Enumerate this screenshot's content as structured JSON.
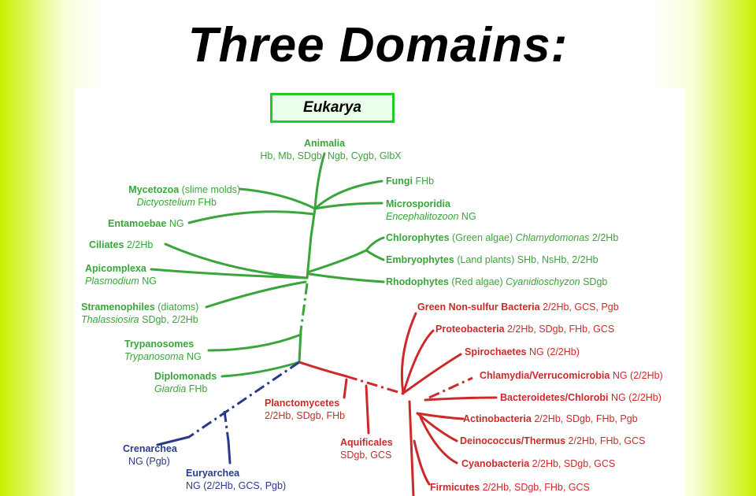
{
  "title": "Three Domains:",
  "domain_box": "Eukarya",
  "colors": {
    "eukarya": "#3aa53a",
    "bacteria": "#cc2a2a",
    "archaea": "#2a3a8a"
  },
  "labels": {
    "animalia": {
      "name": "Animalia",
      "detail": "Hb, Mb, SDgb, Ngb, Cygb, GlbX"
    },
    "fungi": {
      "name": "Fungi",
      "detail": " FHb"
    },
    "microsporidia": {
      "name": "Microsporidia",
      "detail_italic": "Encephalitozoon",
      "detail": " NG"
    },
    "mycetozoa": {
      "name": "Mycetozoa",
      "detail": " (slime molds)",
      "detail_italic": "Dictyostelium",
      "detail2": " FHb"
    },
    "entamoebae": {
      "name": "Entamoebae",
      "detail": " NG"
    },
    "ciliates": {
      "name": "Ciliates",
      "detail": " 2/2Hb"
    },
    "apicomplexa": {
      "name": "Apicomplexa",
      "detail_italic": "Plasmodium",
      "detail": " NG"
    },
    "stramenophiles": {
      "name": "Stramenophiles",
      "detail": " (diatoms)",
      "detail_italic": "Thalassiosira",
      "detail2": " SDgb, 2/2Hb"
    },
    "trypanosomes": {
      "name": "Trypanosomes",
      "detail_italic": "Trypanosoma",
      "detail": " NG"
    },
    "diplomonads": {
      "name": "Diplomonads",
      "detail_italic": "Giardia",
      "detail": " FHb"
    },
    "chlorophytes": {
      "name": "Chlorophytes",
      "detail": " (Green algae) ",
      "detail_italic": "Chlamydomonas",
      "detail2": " 2/2Hb"
    },
    "embryophytes": {
      "name": "Embryophytes",
      "detail": " (Land plants) SHb, NsHb, 2/2Hb"
    },
    "rhodophytes": {
      "name": "Rhodophytes",
      "detail": " (Red algae) ",
      "detail_italic": "Cyanidioschyzon",
      "detail2": " SDgb"
    },
    "green_nonsulfur": {
      "name": "Green Non-sulfur Bacteria",
      "detail": " 2/2Hb, GCS, Pgb"
    },
    "proteobacteria": {
      "name": "Proteobacteria",
      "detail": " 2/2Hb, SDgb, FHb, GCS"
    },
    "spirochaetes": {
      "name": "Spirochaetes",
      "detail": " NG (2/2Hb)"
    },
    "chlamydia": {
      "name": "Chlamydia/Verrucomicrobia",
      "detail": " NG (2/2Hb)"
    },
    "bacteroidetes": {
      "name": "Bacteroidetes/Chlorobi",
      "detail": " NG (2/2Hb)"
    },
    "actinobacteria": {
      "name": "Actinobacteria",
      "detail": " 2/2Hb, SDgb, FHb, Pgb"
    },
    "deinococcus": {
      "name": "Deinococcus/Thermus",
      "detail": " 2/2Hb, FHb, GCS"
    },
    "cyanobacteria": {
      "name": "Cyanobacteria",
      "detail": " 2/2Hb, SDgb, GCS"
    },
    "firmicutes": {
      "name": "Firmicutes",
      "detail": " 2/2Hb, SDgb, FHb, GCS"
    },
    "planctomycetes": {
      "name": "Planctomycetes",
      "detail": "2/2Hb, SDgb, FHb"
    },
    "aquificales": {
      "name": "Aquificales",
      "detail": "SDgb, GCS"
    },
    "crenarchea": {
      "name": "Crenarchea",
      "detail": "NG (Pgb)"
    },
    "euryarchea": {
      "name": "Euryarchea",
      "detail": "NG (2/2Hb, GCS, Pgb)"
    }
  }
}
